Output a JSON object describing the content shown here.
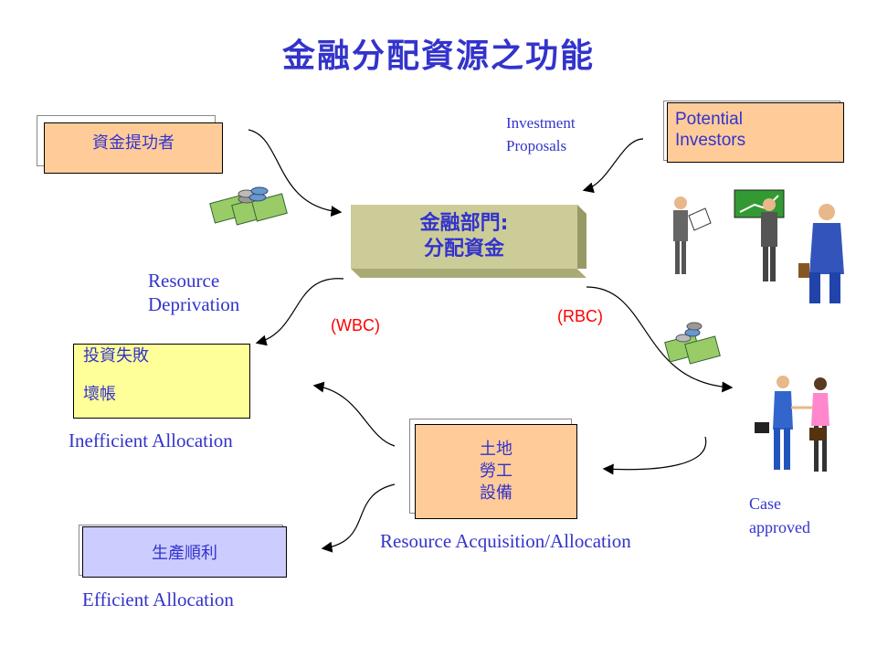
{
  "title": "金融分配資源之功能",
  "nodes": {
    "fund_providers": "資金提功者",
    "potential_investors": [
      "Potential",
      "Investors"
    ],
    "investment_proposals": [
      "Investment",
      "Proposals"
    ],
    "financial_sector": [
      "金融部門:",
      "分配資金"
    ],
    "failure_box": [
      "投資失敗",
      "壞帳"
    ],
    "resources_box": [
      "土地",
      "勞工",
      "設備"
    ],
    "smooth_production": "生產順利"
  },
  "labels": {
    "resource_deprivation": [
      "Resource",
      "Deprivation"
    ],
    "wbc": "(WBC)",
    "rbc": "(RBC)",
    "inefficient": "Inefficient Allocation",
    "acquisition": "Resource Acquisition/Allocation",
    "case_approved": [
      "Case",
      "approved"
    ],
    "efficient": "Efficient Allocation"
  },
  "colors": {
    "text_blue": "#3333cc",
    "orange_box": "#ffcc99",
    "yellow_box": "#ffff99",
    "lavender_box": "#ccccff",
    "green_box": "#cccc99",
    "red": "#ff0000"
  }
}
